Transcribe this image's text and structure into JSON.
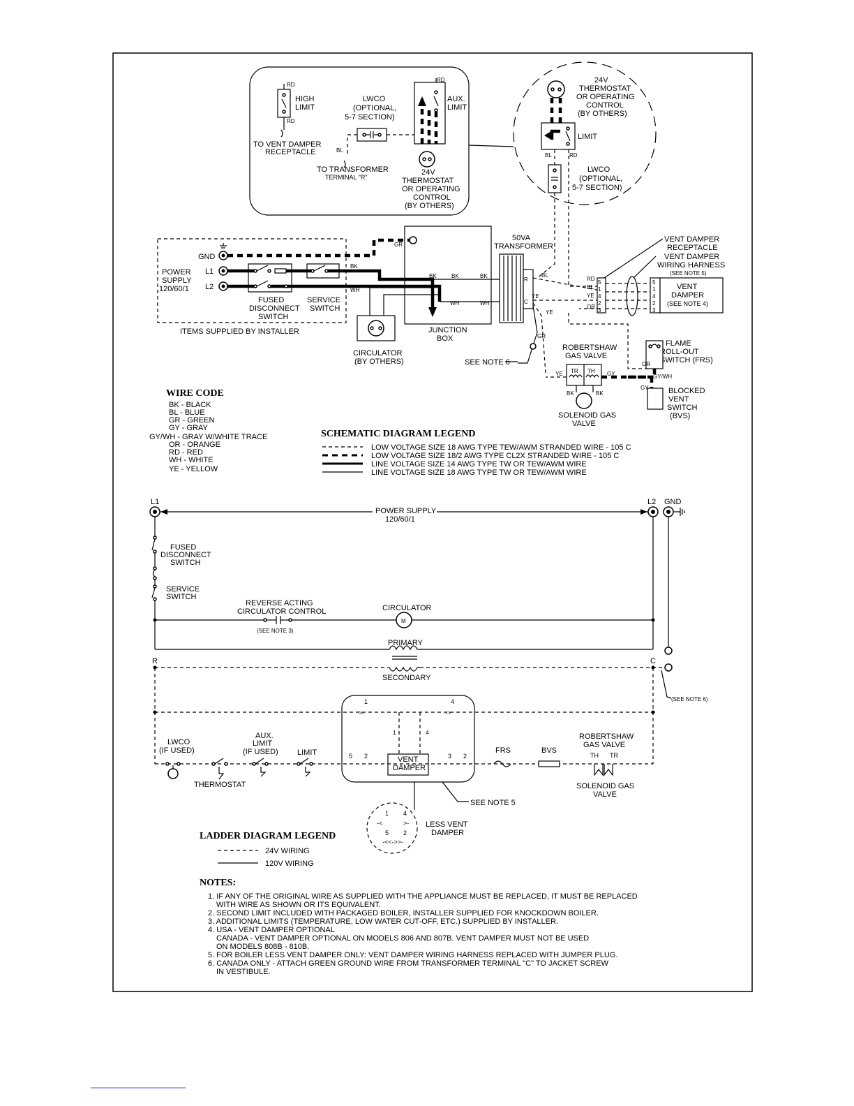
{
  "inset": {
    "high_limit": [
      "HIGH",
      "LIMIT"
    ],
    "rd_top": "RD",
    "rd_bottom": "RD",
    "to_vent_damper": [
      "TO VENT DAMPER",
      "RECEPTACLE"
    ],
    "lwco": [
      "LWCO",
      "(OPTIONAL,",
      "5-7 SECTION)"
    ],
    "bl": "BL",
    "to_transformer": [
      "TO TRANSFORMER",
      "TERMINAL \"R\""
    ],
    "aux_limit": [
      "AUX.",
      "LIMIT"
    ],
    "rd_aux": "RD",
    "thermostat": [
      "24V",
      "THERMOSTAT",
      "OR OPERATING",
      "CONTROL",
      "(BY OTHERS)"
    ]
  },
  "circle_detail": {
    "thermostat": [
      "24V",
      "THERMOSTAT",
      "OR OPERATING",
      "CONTROL",
      "(BY OTHERS)"
    ],
    "limit": "LIMIT",
    "bl": "BL",
    "rd": "RD",
    "lwco": [
      "LWCO",
      "(OPTIONAL,",
      "5-7 SECTION)"
    ]
  },
  "schematic": {
    "gnd": "GND",
    "l1": "L1",
    "l2": "L2",
    "power_supply": [
      "POWER",
      "SUPPLY",
      "120/60/1"
    ],
    "fused_disconnect": [
      "FUSED",
      "DISCONNECT",
      "SWITCH"
    ],
    "service_switch": [
      "SERVICE",
      "SWITCH"
    ],
    "items_supplied": "ITEMS SUPPLIED BY INSTALLER",
    "circulator": [
      "CIRCULATOR",
      "(BY OTHERS)"
    ],
    "junction_box": [
      "JUNCTION",
      "BOX"
    ],
    "transformer": [
      "50VA",
      "TRANSFORMER"
    ],
    "wire_gr": "GR",
    "wire_bk": "BK",
    "wire_wh": "WH",
    "wire_bl": "BL",
    "wire_ye": "YE",
    "wire_r": "R",
    "wire_c": "C",
    "see_note_6": "SEE NOTE 6",
    "vent_damper_receptacle": [
      "VENT DAMPER",
      "RECEPTACLE"
    ],
    "vent_damper_harness": [
      "VENT DAMPER",
      "WIRING HARNESS",
      "(SEE NOTE 5)"
    ],
    "vent_damper": [
      "VENT",
      "DAMPER",
      "(SEE NOTE 4)"
    ],
    "receptacle_pins": [
      "5",
      "1",
      "4",
      "2",
      "3"
    ],
    "receptacle_wires": [
      "RD",
      "BL",
      "YE",
      "OR"
    ],
    "flame_rollout": [
      "FLAME",
      "ROLL-OUT",
      "SWITCH (FRS)"
    ],
    "robertshaw": [
      "ROBERTSHAW",
      "GAS VALVE"
    ],
    "gas_valve_terms": [
      "TR",
      "TH"
    ],
    "gas_valve_wires": [
      "YE",
      "GY",
      "BK",
      "BK",
      "GY/WH",
      "GY",
      "OR"
    ],
    "solenoid": [
      "SOLENOID GAS",
      "VALVE"
    ],
    "blocked_vent": [
      "BLOCKED",
      "VENT",
      "SWITCH",
      "(BVS)"
    ]
  },
  "wire_code": {
    "title": "WIRE CODE",
    "entries": [
      "BK - BLACK",
      "BL - BLUE",
      "GR - GREEN",
      "GY - GRAY",
      "GY/WH - GRAY W/WHITE TRACE",
      "OR - ORANGE",
      "RD - RED",
      "WH - WHITE",
      "YE - YELLOW"
    ]
  },
  "schematic_legend": {
    "title": "SCHEMATIC DIAGRAM LEGEND",
    "entries": [
      "LOW VOLTAGE SIZE 18 AWG TYPE TEW/AWM STRANDED WIRE - 105 C",
      "LOW VOLTAGE SIZE 18/2 AWG TYPE CL2X STRANDED WIRE - 105 C",
      "LINE VOLTAGE SIZE 14 AWG TYPE TW OR TEW/AWM WIRE",
      "LINE VOLTAGE SIZE 18 AWG TYPE TW OR TEW/AWM WIRE"
    ]
  },
  "ladder": {
    "l1": "L1",
    "l2": "L2",
    "gnd": "GND",
    "power_supply": [
      "POWER SUPPLY",
      "120/60/1"
    ],
    "fused_disconnect": [
      "FUSED",
      "DISCONNECT",
      "SWITCH"
    ],
    "service_switch": [
      "SERVICE",
      "SWITCH"
    ],
    "reverse_acting": [
      "REVERSE ACTING",
      "CIRCULATOR CONTROL"
    ],
    "see_note_3": "(SEE NOTE 3)",
    "circulator": "CIRCULATOR",
    "motor": "M",
    "primary": "PRIMARY",
    "secondary": "SECONDARY",
    "r": "R",
    "c": "C",
    "see_note_6": "(SEE NOTE 6)",
    "pin_1": "1",
    "pin_4": "4",
    "pin_5": "5",
    "pin_2": "2",
    "pin_3": "3",
    "lwco": [
      "LWCO",
      "(IF USED)"
    ],
    "aux_limit": [
      "AUX.",
      "LIMIT",
      "(IF USED)"
    ],
    "limit": "LIMIT",
    "thermostat": "THERMOSTAT",
    "vent_damper": [
      "VENT",
      "DAMPER"
    ],
    "frs": "FRS",
    "bvs": "BVS",
    "robertshaw": [
      "ROBERTSHAW",
      "GAS VALVE"
    ],
    "th": "TH",
    "tr": "TR",
    "solenoid": [
      "SOLENOID GAS",
      "VALVE"
    ],
    "see_note_5": "SEE NOTE 5",
    "less_vent_damper": [
      "LESS VENT",
      "DAMPER"
    ]
  },
  "ladder_legend": {
    "title": "LADDER DIAGRAM LEGEND",
    "entries": [
      "24V WIRING",
      "120V WIRING"
    ]
  },
  "notes": {
    "title": "NOTES:",
    "lines": [
      "1. IF ANY OF THE ORIGINAL WIRE AS SUPPLIED WITH THE APPLIANCE MUST BE REPLACED, IT MUST BE REPLACED",
      "WITH WIRE AS SHOWN OR ITS EQUIVALENT.",
      "2. SECOND LIMIT INCLUDED WITH PACKAGED BOILER, INSTALLER SUPPLIED FOR KNOCKDOWN BOILER.",
      "3. ADDITIONAL LIMITS (TEMPERATURE, LOW WATER CUT-OFF, ETC.) SUPPLIED BY INSTALLER.",
      "4. USA - VENT DAMPER OPTIONAL",
      "CANADA - VENT DAMPER OPTIONAL ON MODELS 806 AND 807B. VENT DAMPER MUST NOT BE USED",
      "ON MODELS 808B - 810B.",
      "5. FOR BOILER LESS VENT DAMPER ONLY: VENT DAMPER WIRING HARNESS REPLACED WITH JUMPER PLUG.",
      "6. CANADA ONLY - ATTACH GREEN GROUND WIRE FROM TRANSFORMER TERMINAL \"C\" TO JACKET SCREW",
      "IN VESTIBULE."
    ]
  }
}
